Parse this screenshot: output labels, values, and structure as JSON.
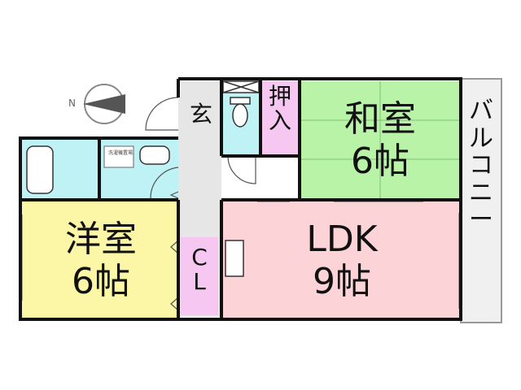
{
  "compass": {
    "north_label": "N"
  },
  "rooms": {
    "japanese": {
      "name": "和室",
      "size": "6帖",
      "color": "#b8f3a8"
    },
    "western": {
      "name": "洋室",
      "size": "6帖",
      "color": "#fbf7a6"
    },
    "ldk": {
      "name": "LDK",
      "size": "9帖",
      "color": "#fcd3d6"
    },
    "entrance": {
      "name": "玄"
    },
    "oshiire": {
      "name": "押\n入",
      "color": "#f6c7f0"
    },
    "closet": {
      "name": "C\nL",
      "color": "#f6c7f0"
    },
    "balcony": {
      "name": "バ\nル\nコ\nニ\nー"
    },
    "washroom": {
      "equipment_label": "洗濯機置場",
      "color": "#bff2f5"
    }
  },
  "colors": {
    "wall": "#111111",
    "hall": "#e6e6e6",
    "balcony": "#f0f0f0"
  }
}
